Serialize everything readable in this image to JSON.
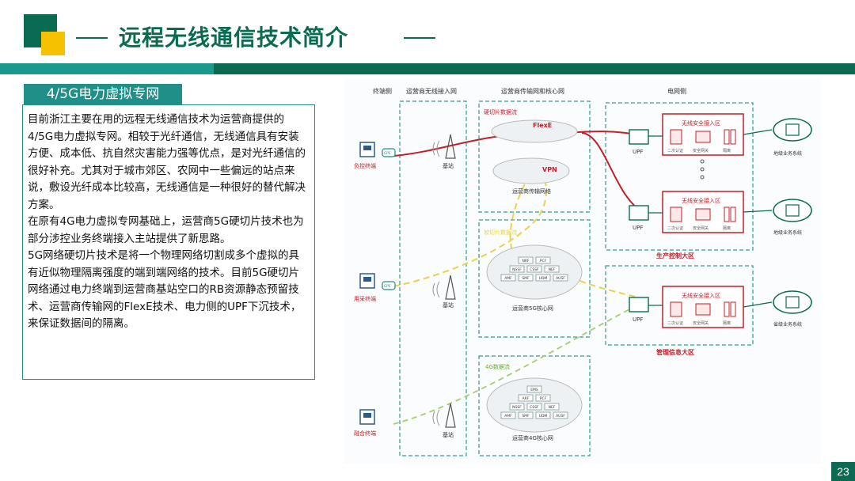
{
  "title": "远程无线通信技术简介",
  "section_tag": "4/5G电力虚拟专网",
  "paragraphs": [
    "目前浙江主要在用的远程无线通信技术为运营商提供的4/5G电力虚拟专网。相较于光纤通信，无线通信具有安装方便、成本低、抗自然灾害能力强等优点，是对光纤通信的很好补充。尤其对于城市郊区、农网中一些偏远的站点来说，敷设光纤成本比较高，无线通信是一种很好的替代解决方案。",
    "在原有4G电力虚拟专网基础上，运营商5G硬切片技术也为部分涉控业务终端接入主站提供了新思路。",
    "5G网络硬切片技术是将一个物理网络切割成多个虚拟的具有近似物理隔离强度的端到端网络的技术。目前5G硬切片网络通过电力终端到运营商基站空口的RB资源静态预留技术、运营商传输网的FlexE技术、电力侧的UPF下沉技术，来保证数据间的隔离。"
  ],
  "page_number": "23",
  "diagram": {
    "col_terminal": "终端侧",
    "col_wireless": "运营商无线接入网",
    "col_core": "运营商传输网和核心网",
    "col_grid": "电网侧",
    "terminals": [
      "负控终端",
      "用采终端",
      "融合终端"
    ],
    "cpe": "CPE",
    "base_station": "基站",
    "hard_slice_stream": "硬切片数据流",
    "flexe": "FlexE",
    "vpn": "VPN",
    "transport_net": "运营商传输网络",
    "soft_slice_stream": "软切片数据流",
    "core_5g": "运营商5G核心网",
    "stream_4g": "4G数据流",
    "core_4g": "运营商4G核心网",
    "nf_5g": [
      "NRF",
      "PCF",
      "NSSF",
      "CSSF",
      "NEF",
      "AMF",
      "SMF",
      "UDM",
      "AUSF"
    ],
    "nf_4g": [
      "EMS",
      "ARF",
      "PCF",
      "NSSF",
      "CSSF",
      "NEF",
      "AMF",
      "SMF",
      "UDM",
      "AUSF"
    ],
    "nf_top": "EMS",
    "upf": "UPF",
    "secure_access": "无线安全接入区",
    "sec_items": [
      "二次认证",
      "安全网关",
      "隔离"
    ],
    "zone_prod": "生产控制大区",
    "zone_mgmt": "管理信息大区",
    "main_system": "地级业务系统",
    "other_system": "省级业务系统",
    "colors": {
      "teal": "#1f8f87",
      "dark_green": "#0b6b52",
      "yellow": "#f6c100",
      "hard_slice": "#c0202a",
      "soft_slice": "#e6d54a",
      "lte": "#a6cf6b"
    }
  }
}
